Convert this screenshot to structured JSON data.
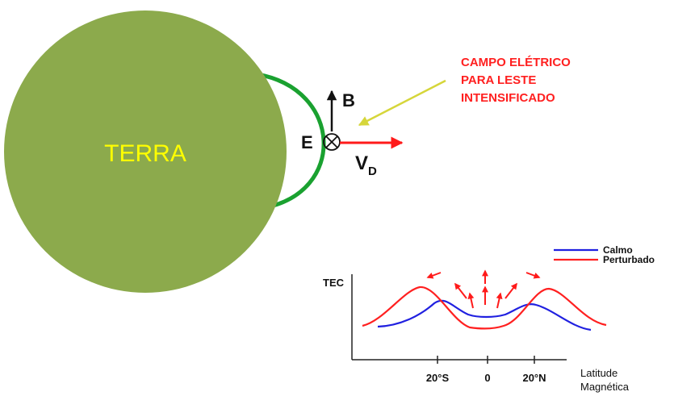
{
  "earth_label": "TERRA",
  "field_annotation": {
    "lines": [
      "CAMPO ELÉTRICO",
      "PARA LESTE",
      "INTENSIFICADO"
    ]
  },
  "vectors": {
    "b_label": "B",
    "e_label": "E",
    "vd_label": "V",
    "vd_subscript": "D"
  },
  "tec_plot": {
    "ylabel": "TEC",
    "xlabel_line1": "Latitude",
    "xlabel_line2": "Magnética",
    "ticks": [
      "20°S",
      "0",
      "20°N"
    ],
    "legend": [
      {
        "name": "Calmo"
      },
      {
        "name": "Perturbado"
      }
    ]
  },
  "colors": {
    "earth": "#8caa4c",
    "earth_label": "#ffff00",
    "field_line": "#1aa130",
    "annotation_text": "#ff2020",
    "annotation_arrow": "#d6d63a",
    "velocity_arrow": "#ff1a1a",
    "calmo": "#2020e0",
    "perturbado": "#ff2020",
    "axis": "#222222"
  }
}
